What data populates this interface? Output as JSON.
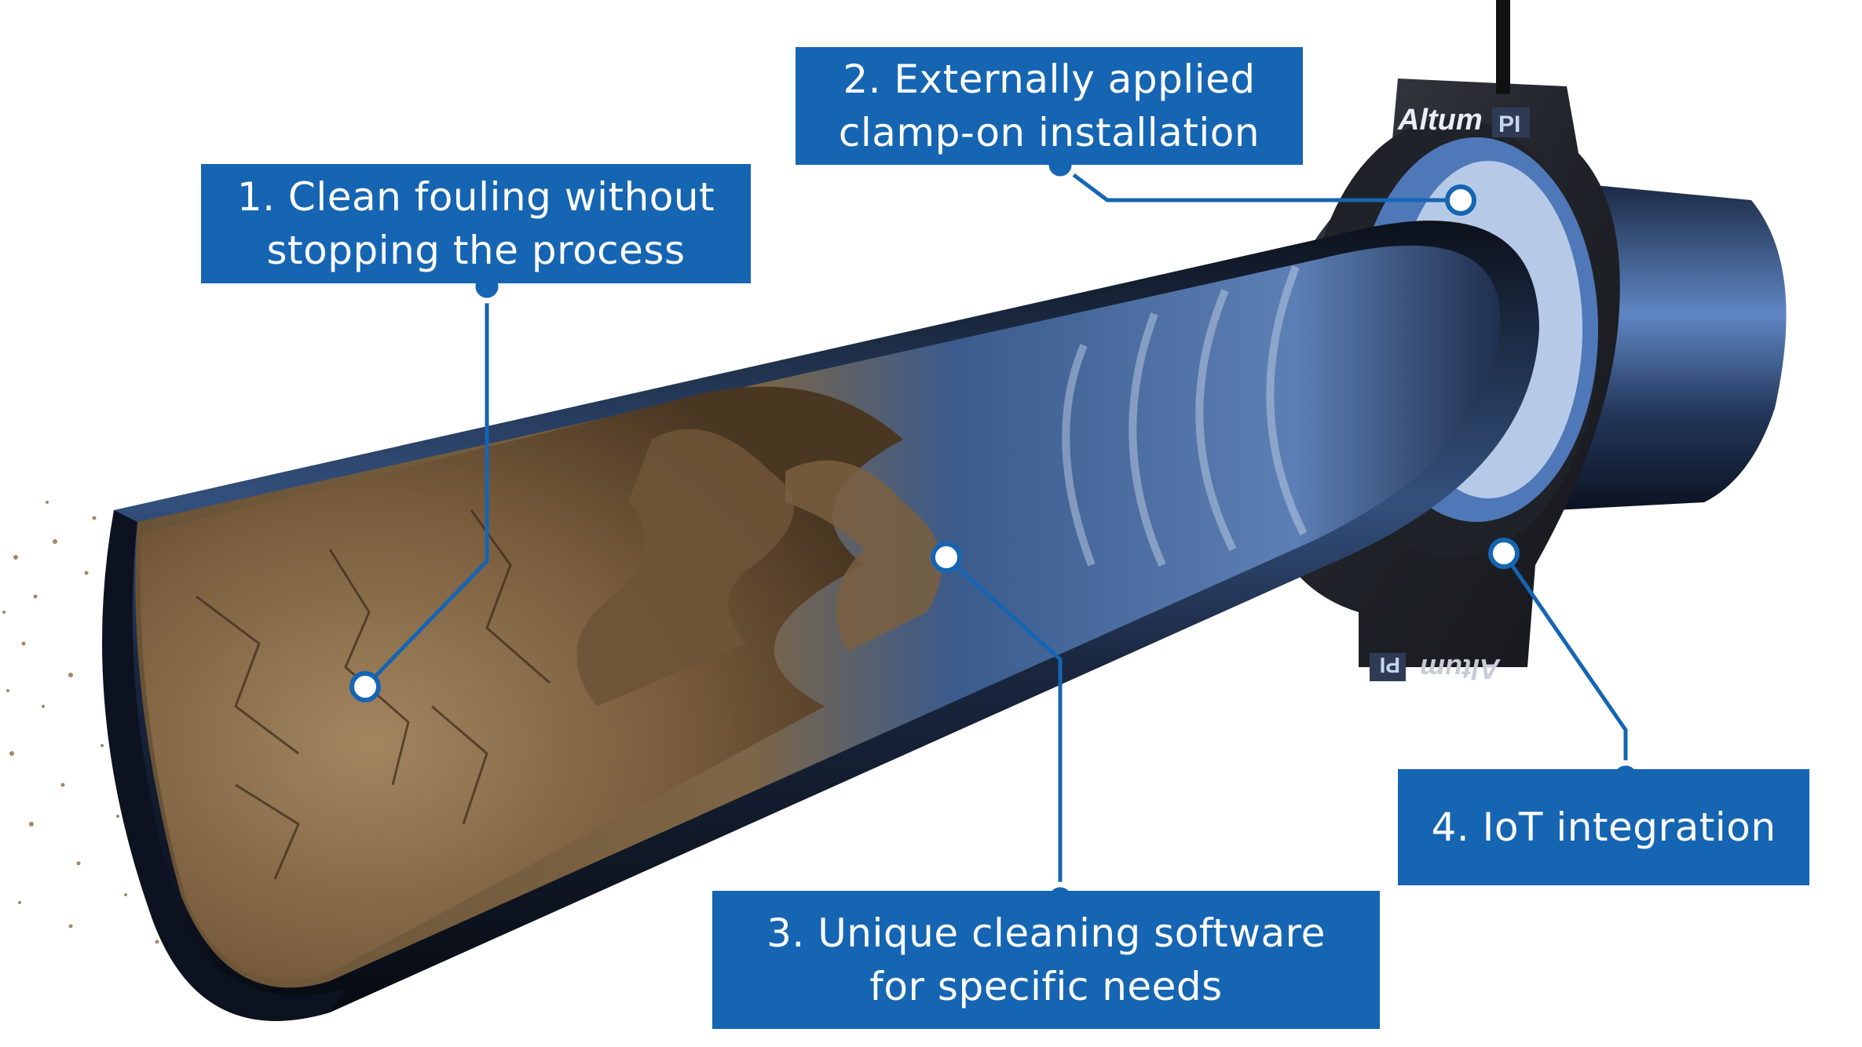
{
  "callouts": [
    {
      "number": "1",
      "lines": [
        "1. Clean fouling without",
        "stopping the process"
      ]
    },
    {
      "number": "2",
      "lines": [
        "2. Externally applied",
        "clamp-on installation"
      ]
    },
    {
      "number": "3",
      "lines": [
        "3. Unique cleaning software",
        "for specific needs"
      ]
    },
    {
      "number": "4",
      "lines": [
        "4. IoT integration"
      ]
    }
  ],
  "brand": {
    "name": "Altum",
    "suffix": "PI"
  },
  "colors": {
    "callout_blue": "#1565b3",
    "pipe_dark": "#141a26",
    "pipe_blue": "#3b5f93",
    "fouling_brown": "#8a6a45",
    "clamp_dark": "#2a2d33"
  }
}
